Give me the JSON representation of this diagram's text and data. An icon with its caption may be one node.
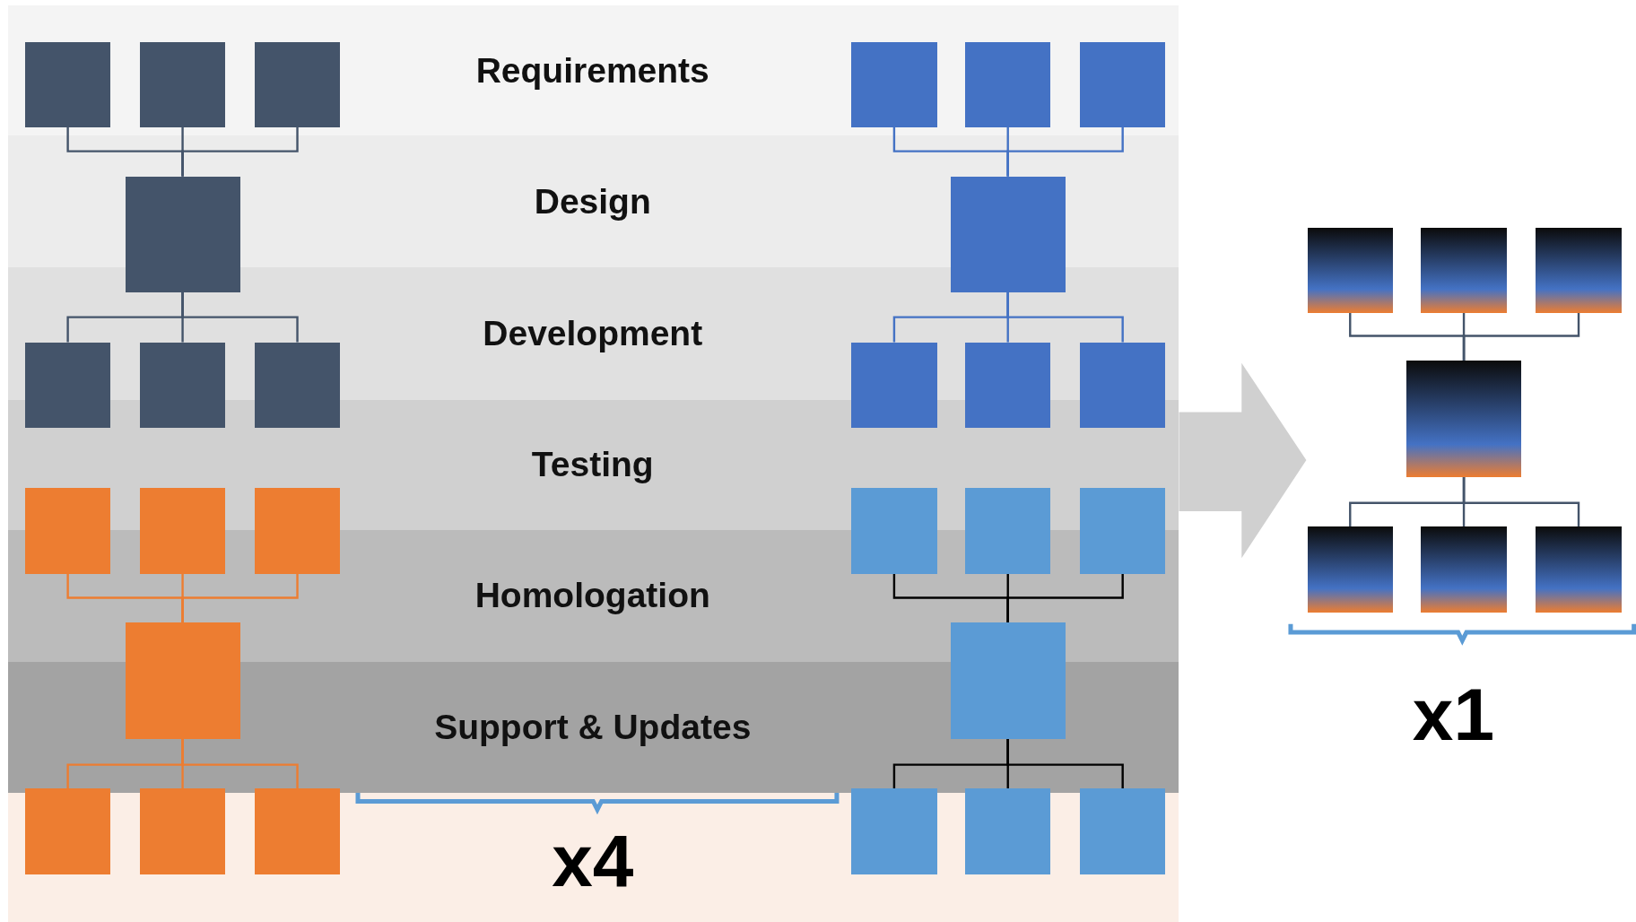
{
  "diagram": {
    "nodes": [
      {
        "text": [
          "Requirements"
        ]
      },
      {
        "text": [
          "Design"
        ]
      },
      {
        "text": [
          "Development"
        ]
      },
      {
        "text": [
          "Testing"
        ]
      },
      {
        "text": [
          "Homologation"
        ]
      },
      {
        "text": [
          "Support & Updates"
        ]
      },
      {
        "text": [],
        "shape": "box"
      },
      {
        "text": [],
        "shape": "box"
      },
      {
        "text": [],
        "shape": "box"
      },
      {
        "text": [],
        "shape": "box"
      },
      {
        "text": [],
        "shape": "box"
      },
      {
        "text": [],
        "shape": "box"
      },
      {
        "text": [],
        "shape": "box"
      },
      {
        "text": [],
        "shape": "box"
      },
      {
        "text": [],
        "shape": "box"
      },
      {
        "text": [],
        "shape": "box"
      },
      {
        "text": [],
        "shape": "box"
      },
      {
        "text": [],
        "shape": "box"
      },
      {
        "text": [],
        "shape": "box"
      },
      {
        "text": [],
        "shape": "box"
      },
      {
        "text": [],
        "shape": "box"
      },
      {
        "text": [],
        "shape": "box"
      },
      {
        "text": [],
        "shape": "box"
      },
      {
        "text": [],
        "shape": "box"
      },
      {
        "text": [],
        "shape": "box"
      },
      {
        "text": [],
        "shape": "box"
      },
      {
        "text": [],
        "shape": "box"
      },
      {
        "text": [],
        "shape": "box"
      },
      {
        "text": [],
        "shape": "box"
      },
      {
        "text": [],
        "shape": "box"
      },
      {
        "text": [],
        "shape": "box"
      },
      {
        "text": [],
        "shape": "box"
      },
      {
        "text": [],
        "shape": "box"
      },
      {
        "text": [],
        "shape": "box"
      },
      {
        "text": [],
        "shape": "box"
      },
      {
        "text": [],
        "shape": "box"
      },
      {
        "text": [],
        "shape": "box"
      },
      {
        "text": [],
        "shape": "box"
      },
      {
        "text": [],
        "shape": "box"
      },
      {
        "text": [],
        "shape": "box"
      },
      {
        "text": [],
        "shape": "box"
      }
    ],
    "edges": [
      {
        "from": 6,
        "to": 9,
        "arrow": "none",
        "color": "#44546a"
      },
      {
        "from": 7,
        "to": 9,
        "arrow": "none",
        "color": "#44546a"
      },
      {
        "from": 8,
        "to": 9,
        "arrow": "none",
        "color": "#44546a"
      },
      {
        "from": 9,
        "to": 10,
        "arrow": "none",
        "color": "#44546a"
      },
      {
        "from": 9,
        "to": 11,
        "arrow": "none",
        "color": "#44546a"
      },
      {
        "from": 9,
        "to": 12,
        "arrow": "none",
        "color": "#44546a"
      },
      {
        "from": 13,
        "to": 16,
        "arrow": "none",
        "color": "#ed7d31"
      },
      {
        "from": 14,
        "to": 16,
        "arrow": "none",
        "color": "#ed7d31"
      },
      {
        "from": 15,
        "to": 16,
        "arrow": "none",
        "color": "#ed7d31"
      },
      {
        "from": 16,
        "to": 17,
        "arrow": "none",
        "color": "#ed7d31"
      },
      {
        "from": 16,
        "to": 18,
        "arrow": "none",
        "color": "#ed7d31"
      },
      {
        "from": 16,
        "to": 19,
        "arrow": "none",
        "color": "#ed7d31"
      },
      {
        "from": 20,
        "to": 23,
        "arrow": "none",
        "color": "#4472c4"
      },
      {
        "from": 21,
        "to": 23,
        "arrow": "none",
        "color": "#4472c4"
      },
      {
        "from": 22,
        "to": 23,
        "arrow": "none",
        "color": "#4472c4"
      },
      {
        "from": 23,
        "to": 24,
        "arrow": "none",
        "color": "#4472c4"
      },
      {
        "from": 23,
        "to": 25,
        "arrow": "none",
        "color": "#4472c4"
      },
      {
        "from": 23,
        "to": 26,
        "arrow": "none",
        "color": "#4472c4"
      },
      {
        "from": 27,
        "to": 30,
        "arrow": "none",
        "color": "#000000"
      },
      {
        "from": 28,
        "to": 30,
        "arrow": "none",
        "color": "#000000"
      },
      {
        "from": 29,
        "to": 30,
        "arrow": "none",
        "color": "#000000"
      },
      {
        "from": 30,
        "to": 31,
        "arrow": "none",
        "color": "#000000"
      },
      {
        "from": 30,
        "to": 32,
        "arrow": "none",
        "color": "#000000"
      },
      {
        "from": 30,
        "to": 33,
        "arrow": "none",
        "color": "#000000"
      },
      {
        "from": 34,
        "to": 37,
        "arrow": "none",
        "color": "#44546a"
      },
      {
        "from": 35,
        "to": 37,
        "arrow": "none",
        "color": "#44546a"
      },
      {
        "from": 36,
        "to": 37,
        "arrow": "none",
        "color": "#44546a"
      },
      {
        "from": 37,
        "to": 38,
        "arrow": "none",
        "color": "#44546a"
      },
      {
        "from": 37,
        "to": 39,
        "arrow": "none",
        "color": "#44546a"
      },
      {
        "from": 37,
        "to": 40,
        "arrow": "none",
        "color": "#44546a"
      }
    ],
    "labels": [
      "x4",
      "x1"
    ]
  }
}
